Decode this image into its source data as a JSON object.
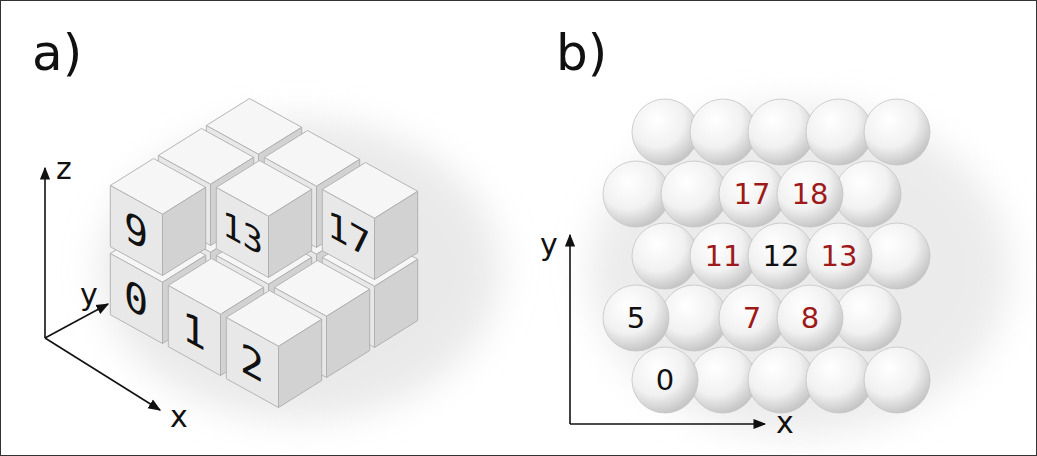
{
  "diagram": {
    "nodes": [
      {
        "text": [
          "9"
        ]
      },
      {
        "text": [
          "13"
        ]
      },
      {
        "text": [
          "17"
        ]
      },
      {
        "text": [
          "0"
        ]
      },
      {
        "text": [
          "1"
        ]
      },
      {
        "text": [
          "2"
        ]
      },
      {
        "text": [
          "17"
        ]
      },
      {
        "text": [
          "18"
        ]
      },
      {
        "text": [
          "11"
        ]
      },
      {
        "text": [
          "12"
        ]
      },
      {
        "text": [
          "13"
        ]
      },
      {
        "text": [
          "5"
        ]
      },
      {
        "text": [
          "7"
        ]
      },
      {
        "text": [
          "8"
        ]
      },
      {
        "text": [
          "0"
        ]
      }
    ],
    "labels": [
      "a)",
      "b)",
      "z",
      "y",
      "x",
      "y",
      "x"
    ]
  }
}
